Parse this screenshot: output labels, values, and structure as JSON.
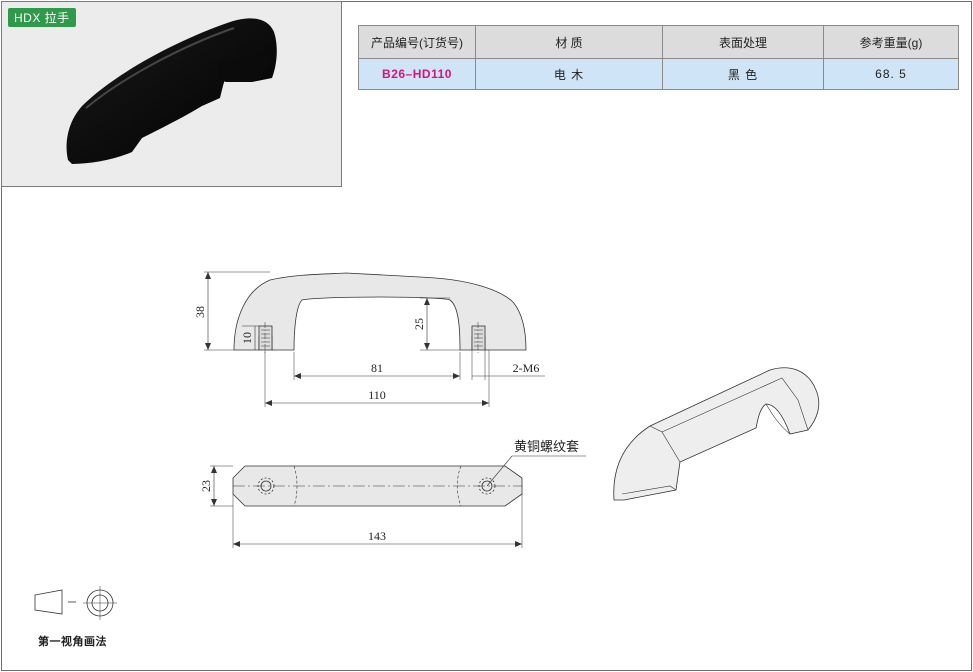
{
  "tag": "HDX 拉手",
  "spec_table": {
    "headers": [
      "产品编号(订货号)",
      "材  质",
      "表面处理",
      "参考重量(g)"
    ],
    "row": [
      "B26–HD110",
      "电 木",
      "黑 色",
      "68. 5"
    ]
  },
  "dimensions": {
    "height_total": "38",
    "inner_height": "25",
    "thread_depth": "10",
    "inner_width": "81",
    "thread": "2-M6",
    "hole_spacing": "110",
    "width": "23",
    "length": "143"
  },
  "annotation": "黄铜螺纹套",
  "projection_label": "第一视角画法"
}
